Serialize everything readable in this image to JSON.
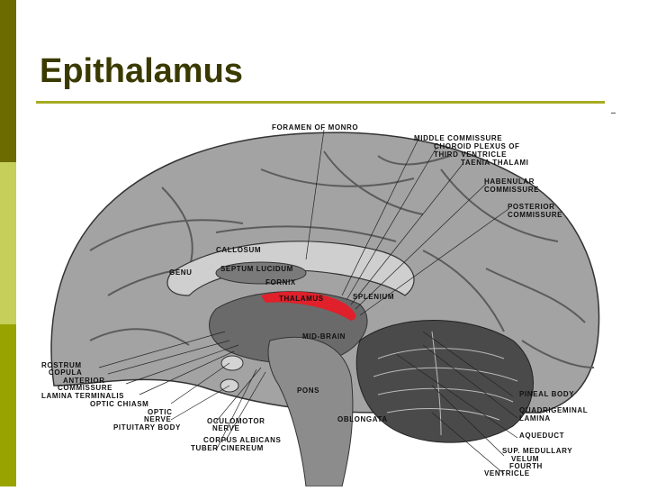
{
  "slide": {
    "title": "Epithalamus"
  },
  "figure": {
    "labels_top": {
      "foramen": "FORAMEN OF MONRO",
      "middle_commissure": "MIDDLE COMMISSURE",
      "choroid_1": "CHOROID PLEXUS OF",
      "choroid_2": "THIRD VENTRICLE",
      "taenia": "TAENIA THALAMI",
      "habenular_1": "HABENULAR",
      "habenular_2": "COMMISSURE",
      "posterior_1": "POSTERIOR",
      "posterior_2": "COMMISSURE"
    },
    "labels_inner": {
      "callosum": "CALLOSUM",
      "genu": "GENU",
      "septum": "SEPTUM LUCIDUM",
      "fornix": "FORNIX",
      "thalamus": "THALAMUS",
      "splenium": "SPLENIUM",
      "midbrain": "MID-BRAIN",
      "pons": "PONS",
      "oblongata": "OBLONGATA"
    },
    "labels_left": {
      "rostrum": "ROSTRUM",
      "copula": "COPULA",
      "anterior": "ANTERIOR",
      "commissure": "COMMISSURE",
      "lamina": "LAMINA TERMINALIS",
      "optic_chiasm": "OPTIC CHIASM",
      "optic": "OPTIC",
      "nerve": "NERVE",
      "pituitary": "PITUITARY BODY"
    },
    "labels_bottom": {
      "oculomotor": "OCULOMOTOR",
      "oculomotor_nerve": "NERVE",
      "corpus": "CORPUS ALBICANS",
      "tuber": "TUBER CINEREUM"
    },
    "labels_right": {
      "pineal": "PINEAL BODY",
      "quadrigeminal": "QUADRIGEMINAL",
      "quad_lamina": "LAMINA",
      "aqueduct": "AQUEDUCT",
      "sup_medullary": "SUP. MEDULLARY",
      "velum": "VELUM",
      "fourth": "FOURTH",
      "ventricle": "VENTRICLE"
    },
    "colors": {
      "highlight": "#e0202a",
      "cortex": "#9a9a9a",
      "sulcus": "#5c5c5c"
    }
  }
}
